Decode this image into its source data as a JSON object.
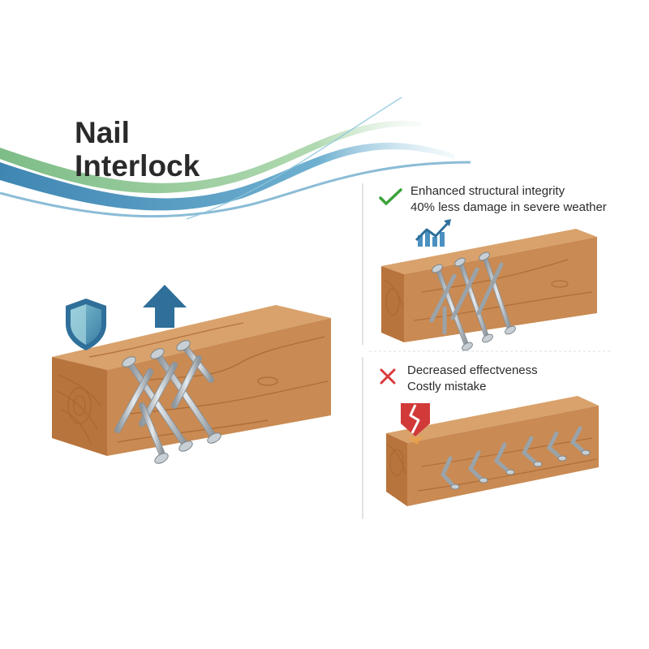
{
  "title": {
    "line1": "Nail",
    "line2": "Interlock"
  },
  "benefit": {
    "line1": "Enhanced structural integrity",
    "line2": "40% less damage in severe weather",
    "icon": "check-icon",
    "trend_icon": "trend-up-icon"
  },
  "drawback": {
    "line1": "Decreased effectveness",
    "line2": "Costly mistake",
    "icon": "cross-icon",
    "crack_icon": "crack-icon"
  },
  "main_icons": {
    "shield": "shield-icon",
    "arrow": "arrow-up-icon"
  },
  "colors": {
    "check": "#3aa23a",
    "cross": "#d93a3a",
    "wood_top": "#d49a62",
    "wood_front": "#c88750",
    "wood_end": "#b9773f",
    "blue": "#2f6f9a",
    "green": "#7fbf7f"
  }
}
